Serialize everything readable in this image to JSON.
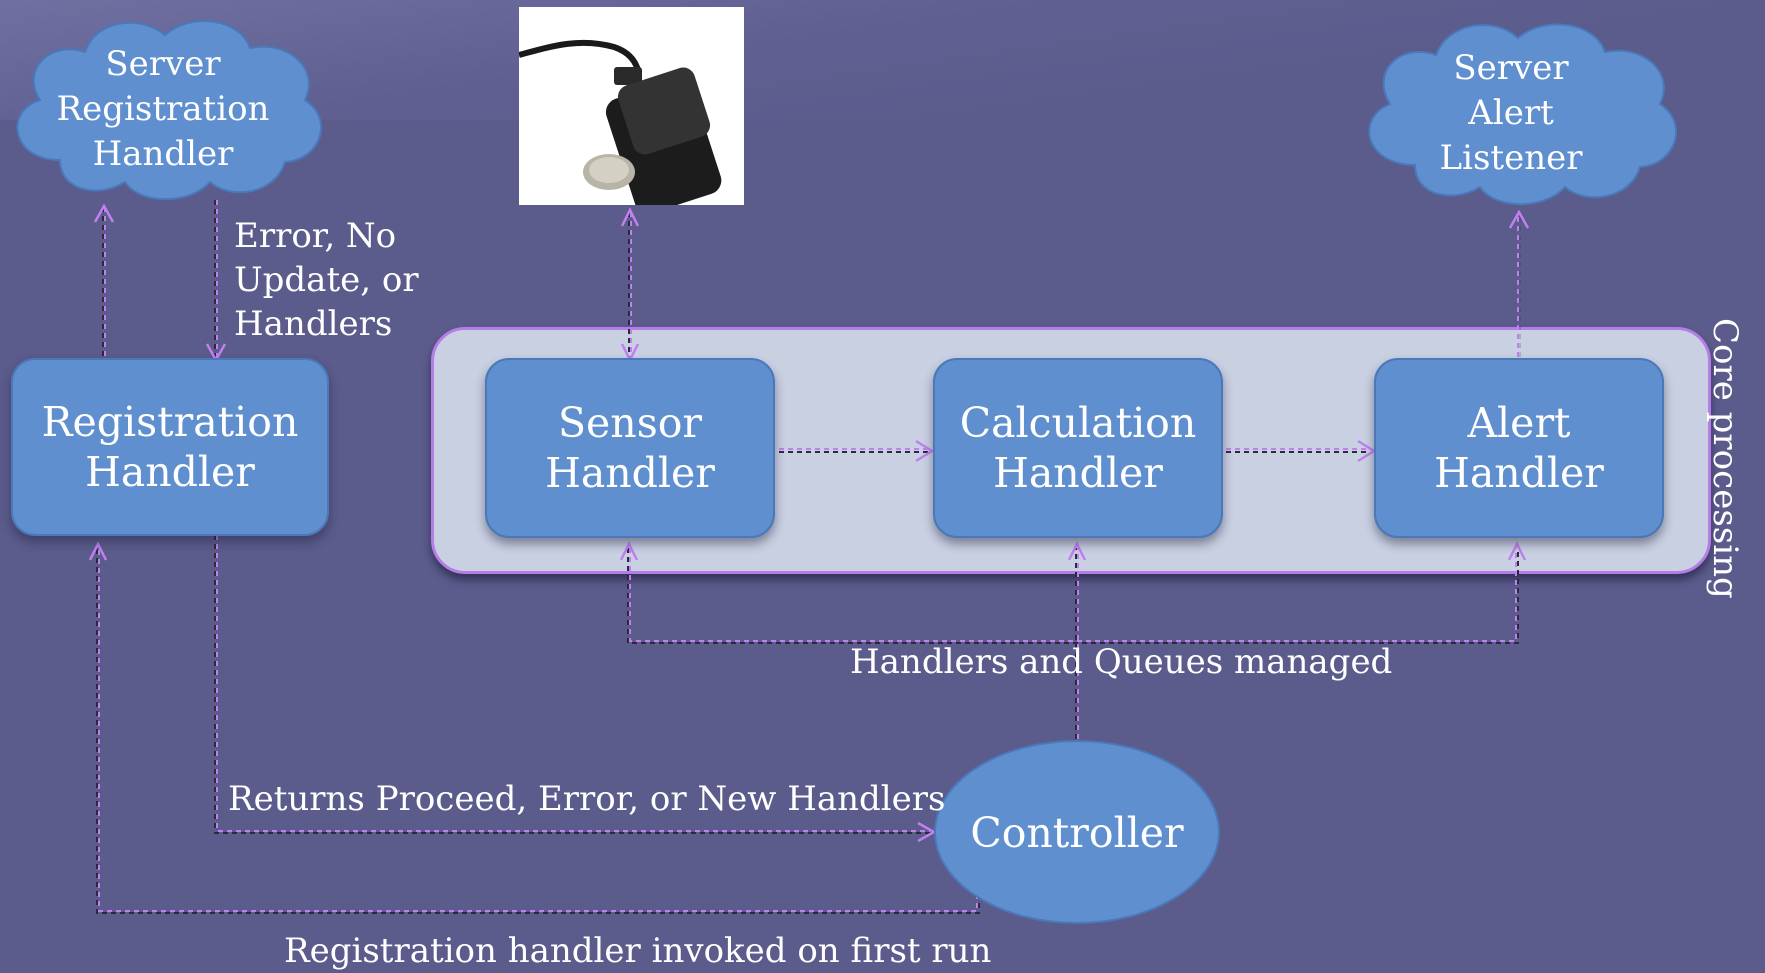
{
  "clouds": {
    "server_registration_handler": "Server\nRegistration\nHandler",
    "server_alert_listener": "Server\nAlert\nListener"
  },
  "boxes": {
    "registration_handler": "Registration\nHandler",
    "sensor_handler": "Sensor\nHandler",
    "calculation_handler": "Calculation\nHandler",
    "alert_handler": "Alert\nHandler",
    "controller": "Controller"
  },
  "labels": {
    "registration_response": "Error, No\nUpdate, or\nHandlers",
    "core_processing": "Core processing",
    "handlers_queues": "Handlers and Queues managed",
    "controller_returns": "Returns Proceed, Error, or New Handlers",
    "first_run": "Registration handler invoked on first run"
  },
  "colors": {
    "background": "#5b5b8c",
    "box_fill": "#5f8fcf",
    "core_frame_fill": "#c9d0e2",
    "core_frame_border": "#b57ee6",
    "arrow_purple": "#c080f0",
    "arrow_dark": "#2a2a3a"
  },
  "images": {
    "sensor_device": "sensor-device-photo"
  }
}
